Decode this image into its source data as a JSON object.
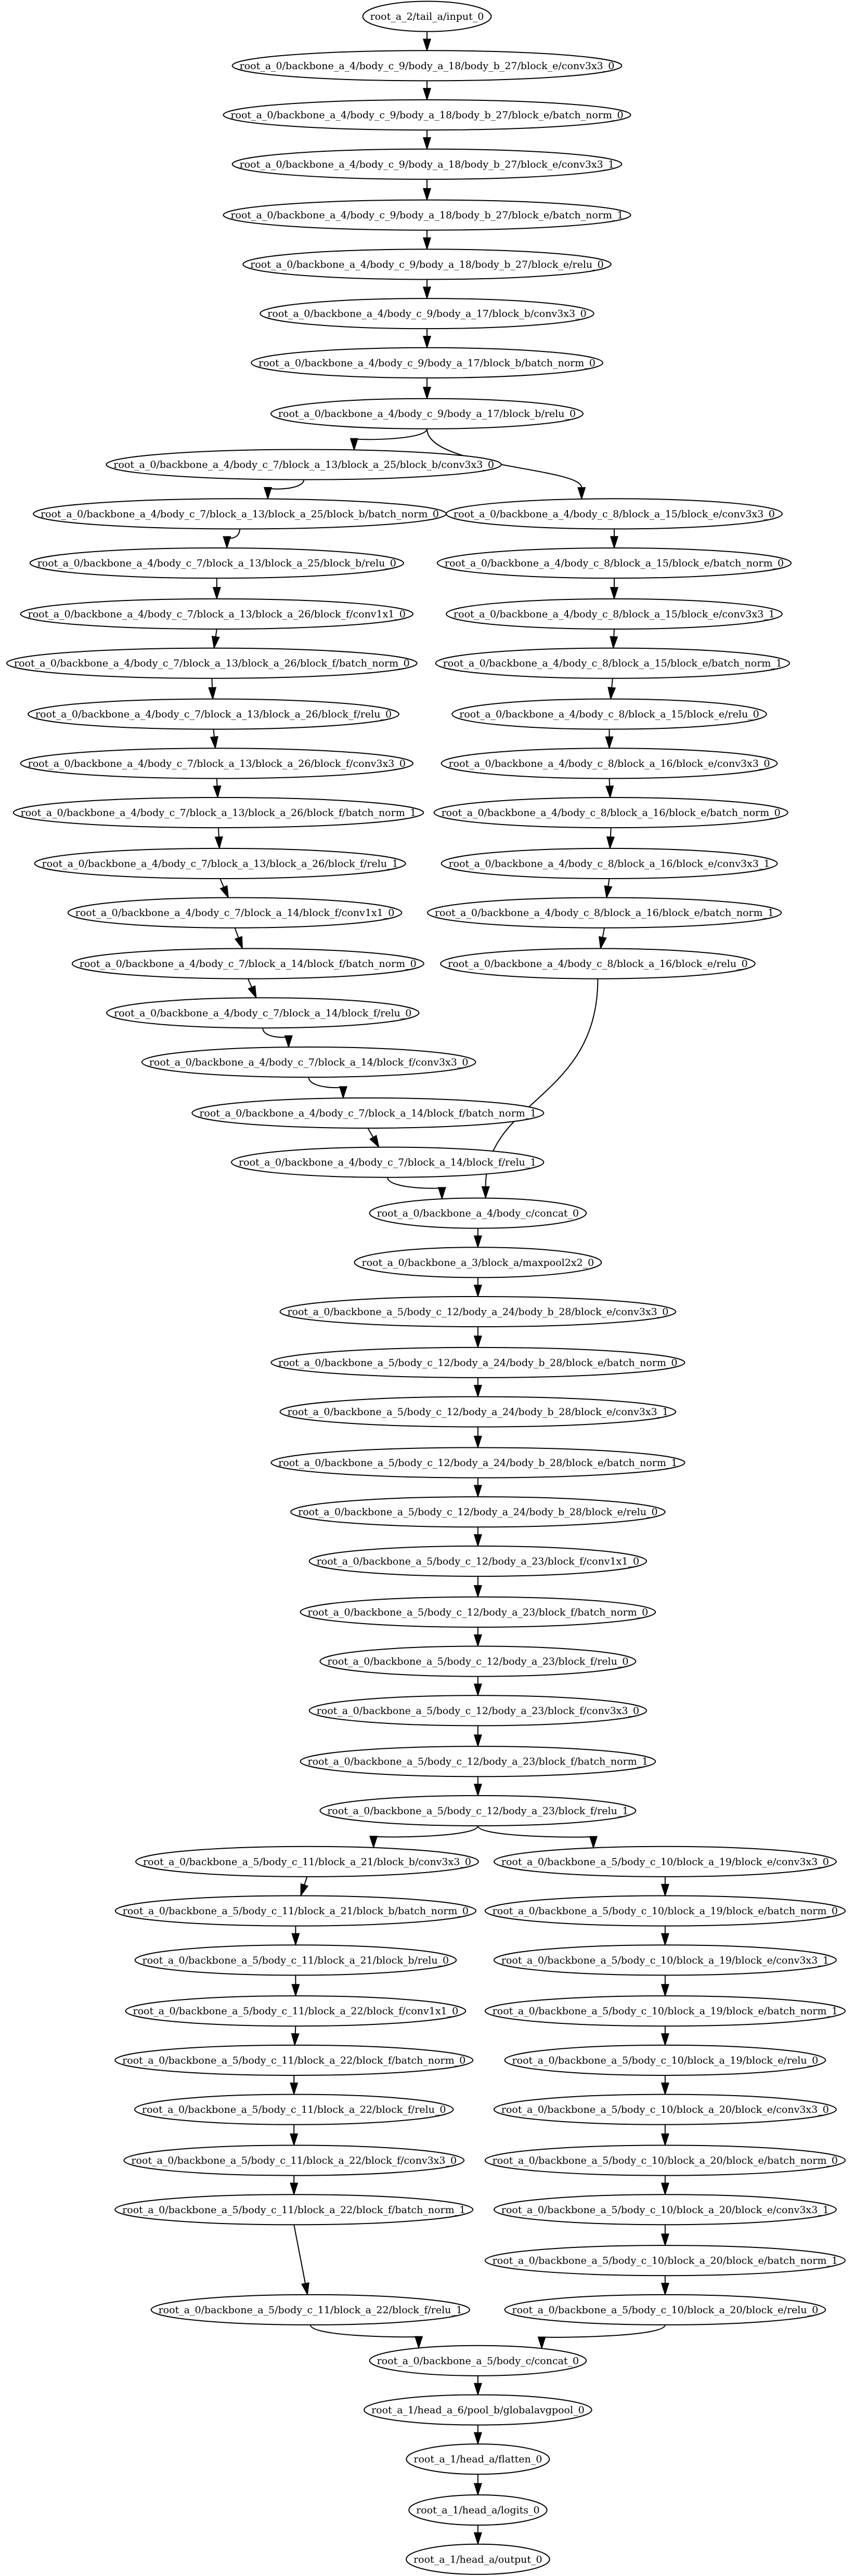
{
  "graph": {
    "nodes": {
      "n00": "root_a_2/tail_a/input_0",
      "n01": "root_a_0/backbone_a_4/body_c_9/body_a_18/body_b_27/block_e/conv3x3_0",
      "n02": "root_a_0/backbone_a_4/body_c_9/body_a_18/body_b_27/block_e/batch_norm_0",
      "n03": "root_a_0/backbone_a_4/body_c_9/body_a_18/body_b_27/block_e/conv3x3_1",
      "n04": "root_a_0/backbone_a_4/body_c_9/body_a_18/body_b_27/block_e/batch_norm_1",
      "n05": "root_a_0/backbone_a_4/body_c_9/body_a_18/body_b_27/block_e/relu_0",
      "n06": "root_a_0/backbone_a_4/body_c_9/body_a_17/block_b/conv3x3_0",
      "n07": "root_a_0/backbone_a_4/body_c_9/body_a_17/block_b/batch_norm_0",
      "n08": "root_a_0/backbone_a_4/body_c_9/body_a_17/block_b/relu_0",
      "L01": "root_a_0/backbone_a_4/body_c_7/block_a_13/block_a_25/block_b/conv3x3_0",
      "L02": "root_a_0/backbone_a_4/body_c_7/block_a_13/block_a_25/block_b/batch_norm_0",
      "L03": "root_a_0/backbone_a_4/body_c_7/block_a_13/block_a_25/block_b/relu_0",
      "L04": "root_a_0/backbone_a_4/body_c_7/block_a_13/block_a_26/block_f/conv1x1_0",
      "L05": "root_a_0/backbone_a_4/body_c_7/block_a_13/block_a_26/block_f/batch_norm_0",
      "L06": "root_a_0/backbone_a_4/body_c_7/block_a_13/block_a_26/block_f/relu_0",
      "L07": "root_a_0/backbone_a_4/body_c_7/block_a_13/block_a_26/block_f/conv3x3_0",
      "L08": "root_a_0/backbone_a_4/body_c_7/block_a_13/block_a_26/block_f/batch_norm_1",
      "L09": "root_a_0/backbone_a_4/body_c_7/block_a_13/block_a_26/block_f/relu_1",
      "L10": "root_a_0/backbone_a_4/body_c_7/block_a_14/block_f/conv1x1_0",
      "L11": "root_a_0/backbone_a_4/body_c_7/block_a_14/block_f/batch_norm_0",
      "L12": "root_a_0/backbone_a_4/body_c_7/block_a_14/block_f/relu_0",
      "L13": "root_a_0/backbone_a_4/body_c_7/block_a_14/block_f/conv3x3_0",
      "L14": "root_a_0/backbone_a_4/body_c_7/block_a_14/block_f/batch_norm_1",
      "L15": "root_a_0/backbone_a_4/body_c_7/block_a_14/block_f/relu_1",
      "R01": "root_a_0/backbone_a_4/body_c_8/block_a_15/block_e/conv3x3_0",
      "R02": "root_a_0/backbone_a_4/body_c_8/block_a_15/block_e/batch_norm_0",
      "R03": "root_a_0/backbone_a_4/body_c_8/block_a_15/block_e/conv3x3_1",
      "R04": "root_a_0/backbone_a_4/body_c_8/block_a_15/block_e/batch_norm_1",
      "R05": "root_a_0/backbone_a_4/body_c_8/block_a_15/block_e/relu_0",
      "R06": "root_a_0/backbone_a_4/body_c_8/block_a_16/block_e/conv3x3_0",
      "R07": "root_a_0/backbone_a_4/body_c_8/block_a_16/block_e/batch_norm_0",
      "R08": "root_a_0/backbone_a_4/body_c_8/block_a_16/block_e/conv3x3_1",
      "R09": "root_a_0/backbone_a_4/body_c_8/block_a_16/block_e/batch_norm_1",
      "R10": "root_a_0/backbone_a_4/body_c_8/block_a_16/block_e/relu_0",
      "c1": "root_a_0/backbone_a_4/body_c/concat_0",
      "m01": "root_a_0/backbone_a_3/block_a/maxpool2x2_0",
      "m02": "root_a_0/backbone_a_5/body_c_12/body_a_24/body_b_28/block_e/conv3x3_0",
      "m03": "root_a_0/backbone_a_5/body_c_12/body_a_24/body_b_28/block_e/batch_norm_0",
      "m04": "root_a_0/backbone_a_5/body_c_12/body_a_24/body_b_28/block_e/conv3x3_1",
      "m05": "root_a_0/backbone_a_5/body_c_12/body_a_24/body_b_28/block_e/batch_norm_1",
      "m06": "root_a_0/backbone_a_5/body_c_12/body_a_24/body_b_28/block_e/relu_0",
      "m07": "root_a_0/backbone_a_5/body_c_12/body_a_23/block_f/conv1x1_0",
      "m08": "root_a_0/backbone_a_5/body_c_12/body_a_23/block_f/batch_norm_0",
      "m09": "root_a_0/backbone_a_5/body_c_12/body_a_23/block_f/relu_0",
      "m10": "root_a_0/backbone_a_5/body_c_12/body_a_23/block_f/conv3x3_0",
      "m11": "root_a_0/backbone_a_5/body_c_12/body_a_23/block_f/batch_norm_1",
      "m12": "root_a_0/backbone_a_5/body_c_12/body_a_23/block_f/relu_1",
      "P01": "root_a_0/backbone_a_5/body_c_11/block_a_21/block_b/conv3x3_0",
      "P02": "root_a_0/backbone_a_5/body_c_11/block_a_21/block_b/batch_norm_0",
      "P03": "root_a_0/backbone_a_5/body_c_11/block_a_21/block_b/relu_0",
      "P04": "root_a_0/backbone_a_5/body_c_11/block_a_22/block_f/conv1x1_0",
      "P05": "root_a_0/backbone_a_5/body_c_11/block_a_22/block_f/batch_norm_0",
      "P06": "root_a_0/backbone_a_5/body_c_11/block_a_22/block_f/relu_0",
      "P07": "root_a_0/backbone_a_5/body_c_11/block_a_22/block_f/conv3x3_0",
      "P08": "root_a_0/backbone_a_5/body_c_11/block_a_22/block_f/batch_norm_1",
      "P09": "root_a_0/backbone_a_5/body_c_11/block_a_22/block_f/relu_1",
      "Q01": "root_a_0/backbone_a_5/body_c_10/block_a_19/block_e/conv3x3_0",
      "Q02": "root_a_0/backbone_a_5/body_c_10/block_a_19/block_e/batch_norm_0",
      "Q03": "root_a_0/backbone_a_5/body_c_10/block_a_19/block_e/conv3x3_1",
      "Q04": "root_a_0/backbone_a_5/body_c_10/block_a_19/block_e/batch_norm_1",
      "Q05": "root_a_0/backbone_a_5/body_c_10/block_a_19/block_e/relu_0",
      "Q06": "root_a_0/backbone_a_5/body_c_10/block_a_20/block_e/conv3x3_0",
      "Q07": "root_a_0/backbone_a_5/body_c_10/block_a_20/block_e/batch_norm_0",
      "Q08": "root_a_0/backbone_a_5/body_c_10/block_a_20/block_e/conv3x3_1",
      "Q09": "root_a_0/backbone_a_5/body_c_10/block_a_20/block_e/batch_norm_1",
      "Q10": "root_a_0/backbone_a_5/body_c_10/block_a_20/block_e/relu_0",
      "c2": "root_a_0/backbone_a_5/body_c/concat_0",
      "h01": "root_a_1/head_a_6/pool_b/globalavgpool_0",
      "h02": "root_a_1/head_a/flatten_0",
      "h03": "root_a_1/head_a/logits_0",
      "h04": "root_a_1/head_a/output_0"
    },
    "edges": [
      [
        "n00",
        "n01"
      ],
      [
        "n01",
        "n02"
      ],
      [
        "n02",
        "n03"
      ],
      [
        "n03",
        "n04"
      ],
      [
        "n04",
        "n05"
      ],
      [
        "n05",
        "n06"
      ],
      [
        "n06",
        "n07"
      ],
      [
        "n07",
        "n08"
      ],
      [
        "n08",
        "L01"
      ],
      [
        "n08",
        "R01"
      ],
      [
        "L01",
        "L02"
      ],
      [
        "L02",
        "L03"
      ],
      [
        "L03",
        "L04"
      ],
      [
        "L04",
        "L05"
      ],
      [
        "L05",
        "L06"
      ],
      [
        "L06",
        "L07"
      ],
      [
        "L07",
        "L08"
      ],
      [
        "L08",
        "L09"
      ],
      [
        "L09",
        "L10"
      ],
      [
        "L10",
        "L11"
      ],
      [
        "L11",
        "L12"
      ],
      [
        "L12",
        "L13"
      ],
      [
        "L13",
        "L14"
      ],
      [
        "L14",
        "L15"
      ],
      [
        "L15",
        "c1"
      ],
      [
        "R01",
        "R02"
      ],
      [
        "R02",
        "R03"
      ],
      [
        "R03",
        "R04"
      ],
      [
        "R04",
        "R05"
      ],
      [
        "R05",
        "R06"
      ],
      [
        "R06",
        "R07"
      ],
      [
        "R07",
        "R08"
      ],
      [
        "R08",
        "R09"
      ],
      [
        "R09",
        "R10"
      ],
      [
        "R10",
        "c1"
      ],
      [
        "c1",
        "m01"
      ],
      [
        "m01",
        "m02"
      ],
      [
        "m02",
        "m03"
      ],
      [
        "m03",
        "m04"
      ],
      [
        "m04",
        "m05"
      ],
      [
        "m05",
        "m06"
      ],
      [
        "m06",
        "m07"
      ],
      [
        "m07",
        "m08"
      ],
      [
        "m08",
        "m09"
      ],
      [
        "m09",
        "m10"
      ],
      [
        "m10",
        "m11"
      ],
      [
        "m11",
        "m12"
      ],
      [
        "m12",
        "P01"
      ],
      [
        "m12",
        "Q01"
      ],
      [
        "P01",
        "P02"
      ],
      [
        "P02",
        "P03"
      ],
      [
        "P03",
        "P04"
      ],
      [
        "P04",
        "P05"
      ],
      [
        "P05",
        "P06"
      ],
      [
        "P06",
        "P07"
      ],
      [
        "P07",
        "P08"
      ],
      [
        "P08",
        "P09"
      ],
      [
        "P09",
        "c2"
      ],
      [
        "Q01",
        "Q02"
      ],
      [
        "Q02",
        "Q03"
      ],
      [
        "Q03",
        "Q04"
      ],
      [
        "Q04",
        "Q05"
      ],
      [
        "Q05",
        "Q06"
      ],
      [
        "Q06",
        "Q07"
      ],
      [
        "Q07",
        "Q08"
      ],
      [
        "Q08",
        "Q09"
      ],
      [
        "Q09",
        "Q10"
      ],
      [
        "Q10",
        "c2"
      ],
      [
        "c2",
        "h01"
      ],
      [
        "h01",
        "h02"
      ],
      [
        "h02",
        "h03"
      ],
      [
        "h03",
        "h04"
      ]
    ]
  }
}
